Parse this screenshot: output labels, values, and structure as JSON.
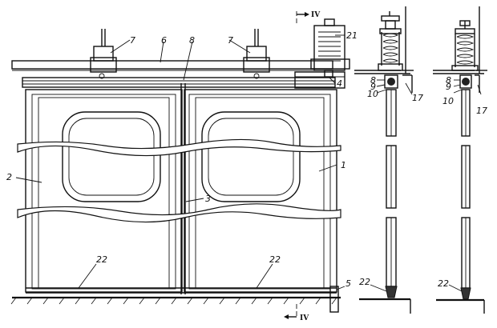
{
  "figure": {
    "labels": [
      {
        "id": "l1",
        "text": "1"
      },
      {
        "id": "l2",
        "text": "2"
      },
      {
        "id": "l3",
        "text": "3"
      },
      {
        "id": "l4",
        "text": "4"
      },
      {
        "id": "l5",
        "text": "5"
      },
      {
        "id": "l6",
        "text": "6"
      },
      {
        "id": "l7a",
        "text": "7"
      },
      {
        "id": "l7b",
        "text": "7"
      },
      {
        "id": "l8",
        "text": "8"
      },
      {
        "id": "l21",
        "text": "21"
      },
      {
        "id": "l22a",
        "text": "22"
      },
      {
        "id": "l22b",
        "text": "22"
      },
      {
        "id": "s8a",
        "text": "8"
      },
      {
        "id": "s9a",
        "text": "9"
      },
      {
        "id": "s10a",
        "text": "10"
      },
      {
        "id": "s17a",
        "text": "17"
      },
      {
        "id": "s22a",
        "text": "22"
      },
      {
        "id": "s8b",
        "text": "8"
      },
      {
        "id": "s9b",
        "text": "9"
      },
      {
        "id": "s10b",
        "text": "10"
      },
      {
        "id": "s17b",
        "text": "17"
      },
      {
        "id": "s22b",
        "text": "22"
      }
    ],
    "section_marks": {
      "top": "IV",
      "bottom": "IV"
    }
  }
}
